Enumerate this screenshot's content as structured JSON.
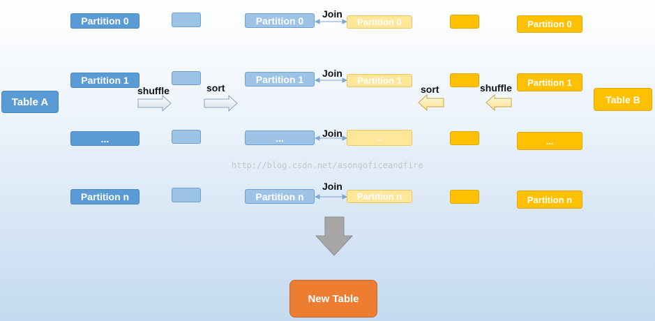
{
  "table_a": {
    "label": "Table A"
  },
  "table_b": {
    "label": "Table B"
  },
  "new_table": {
    "label": "New Table"
  },
  "partitions": [
    "Partition 0",
    "Partition 1",
    "...",
    "Partition n"
  ],
  "partitions_b_sorted": [
    "Partition 0",
    "Partition 1",
    "...",
    "Partition  n"
  ],
  "partitions_b_source": [
    "Partition 0",
    "Partition 1",
    "...",
    "Partition  n"
  ],
  "operations": {
    "shuffle": "shuffle",
    "sort": "sort",
    "join": "Join"
  },
  "watermark": "http://blog.csdn.net/asongoficeandfire",
  "colors": {
    "table_a": "#5b9bd5",
    "table_a_light": "#9dc3e6",
    "table_b": "#ffc000",
    "table_b_light": "#ffe699",
    "new_table": "#ed7d31",
    "down_arrow": "#a6a6a6"
  }
}
